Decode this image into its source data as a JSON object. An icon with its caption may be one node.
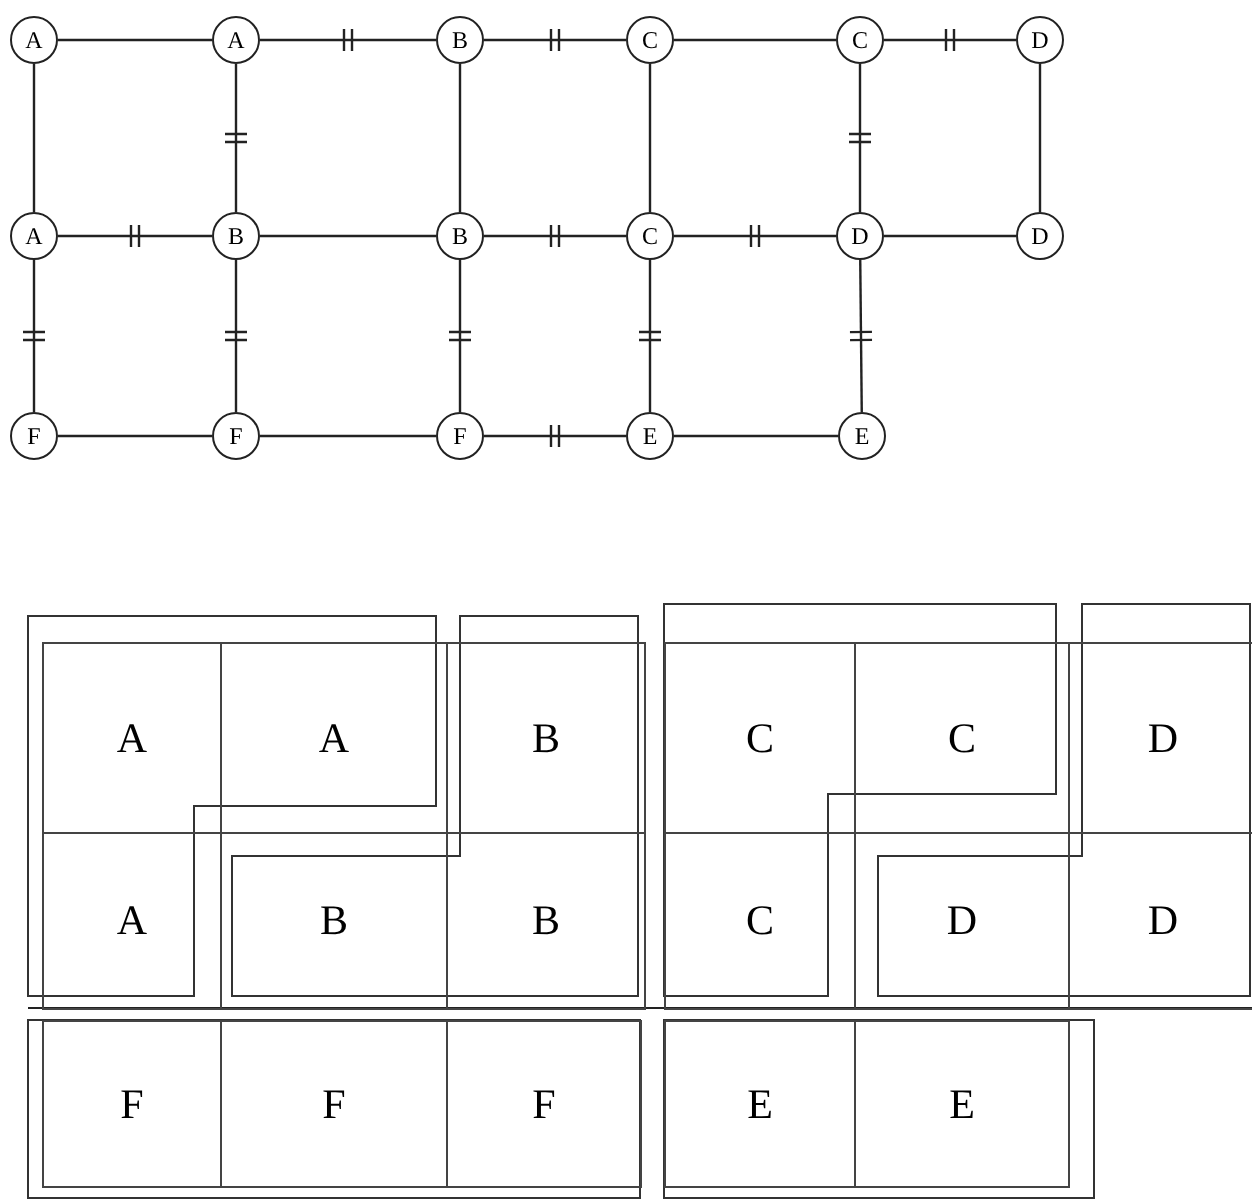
{
  "diagram": {
    "nodes": [
      {
        "text": [
          "A"
        ]
      },
      {
        "text": [
          "A"
        ]
      },
      {
        "text": [
          "B"
        ]
      },
      {
        "text": [
          "C"
        ]
      },
      {
        "text": [
          "C"
        ]
      },
      {
        "text": [
          "D"
        ]
      },
      {
        "text": [
          "A"
        ]
      },
      {
        "text": [
          "B"
        ]
      },
      {
        "text": [
          "B"
        ]
      },
      {
        "text": [
          "C"
        ]
      },
      {
        "text": [
          "D"
        ]
      },
      {
        "text": [
          "D"
        ]
      },
      {
        "text": [
          "F"
        ]
      },
      {
        "text": [
          "F"
        ]
      },
      {
        "text": [
          "F"
        ]
      },
      {
        "text": [
          "E"
        ]
      },
      {
        "text": [
          "E"
        ]
      },
      {
        "text": [
          "A"
        ]
      },
      {
        "text": [
          "A"
        ]
      },
      {
        "text": [
          "B"
        ]
      },
      {
        "text": [
          "C"
        ]
      },
      {
        "text": [
          "C"
        ]
      },
      {
        "text": [
          "D"
        ]
      },
      {
        "text": [
          "A"
        ]
      },
      {
        "text": [
          "B"
        ]
      },
      {
        "text": [
          "B"
        ]
      },
      {
        "text": [
          "C"
        ]
      },
      {
        "text": [
          "D"
        ]
      },
      {
        "text": [
          "D"
        ]
      },
      {
        "text": [
          "F"
        ]
      },
      {
        "text": [
          "F"
        ]
      },
      {
        "text": [
          "F"
        ]
      },
      {
        "text": [
          "E"
        ]
      },
      {
        "text": [
          "E"
        ]
      }
    ],
    "edges": [
      {
        "from": 0,
        "to": 1,
        "arrow": "none"
      },
      {
        "from": 1,
        "to": 2,
        "arrow": "none"
      },
      {
        "from": 2,
        "to": 3,
        "arrow": "none"
      },
      {
        "from": 3,
        "to": 4,
        "arrow": "none"
      },
      {
        "from": 4,
        "to": 5,
        "arrow": "none"
      },
      {
        "from": 0,
        "to": 6,
        "arrow": "none"
      },
      {
        "from": 1,
        "to": 7,
        "arrow": "none"
      },
      {
        "from": 2,
        "to": 8,
        "arrow": "none"
      },
      {
        "from": 3,
        "to": 9,
        "arrow": "none"
      },
      {
        "from": 4,
        "to": 10,
        "arrow": "none"
      },
      {
        "from": 5,
        "to": 11,
        "arrow": "none"
      },
      {
        "from": 6,
        "to": 7,
        "arrow": "none"
      },
      {
        "from": 7,
        "to": 8,
        "arrow": "none"
      },
      {
        "from": 8,
        "to": 9,
        "arrow": "none"
      },
      {
        "from": 9,
        "to": 10,
        "arrow": "none"
      },
      {
        "from": 10,
        "to": 11,
        "arrow": "none"
      },
      {
        "from": 6,
        "to": 12,
        "arrow": "none"
      },
      {
        "from": 7,
        "to": 13,
        "arrow": "none"
      },
      {
        "from": 8,
        "to": 14,
        "arrow": "none"
      },
      {
        "from": 9,
        "to": 15,
        "arrow": "none"
      },
      {
        "from": 10,
        "to": 16,
        "arrow": "none"
      },
      {
        "from": 12,
        "to": 13,
        "arrow": "none"
      },
      {
        "from": 13,
        "to": 14,
        "arrow": "none"
      },
      {
        "from": 14,
        "to": 15,
        "arrow": "none"
      },
      {
        "from": 15,
        "to": 16,
        "arrow": "none"
      }
    ]
  }
}
